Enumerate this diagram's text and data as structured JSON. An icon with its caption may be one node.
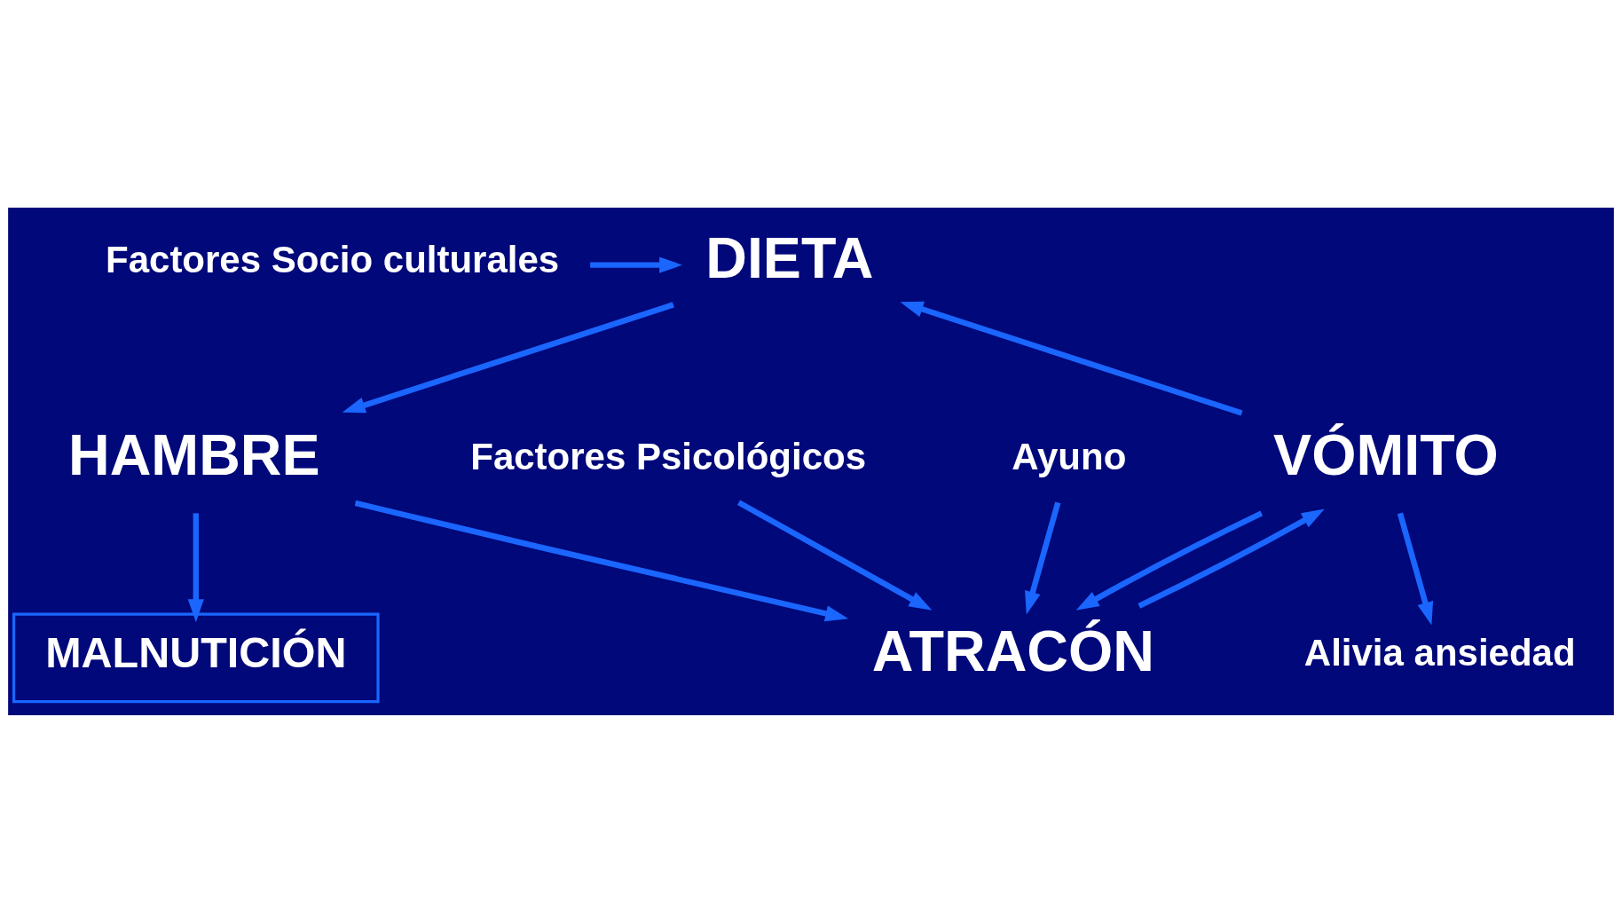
{
  "diagram": {
    "nodes": [
      {
        "text": [
          "DIETA"
        ]
      },
      {
        "text": [
          "HAMBRE"
        ]
      },
      {
        "text": [
          "ATRACÓN"
        ]
      },
      {
        "text": [
          "VÓMITO"
        ]
      },
      {
        "text": [
          "Factores Socio culturales"
        ]
      },
      {
        "text": [
          "Factores Psicológicos"
        ]
      },
      {
        "text": [
          "Alivia ansiedad"
        ]
      },
      {
        "text": [
          "MALNUTICIÓN"
        ]
      },
      {
        "text": [
          "Ayuno"
        ]
      }
    ],
    "edges": [
      {
        "from": 0,
        "to": 1,
        "arrow": "to"
      },
      {
        "from": 1,
        "to": 2,
        "arrow": "to"
      },
      {
        "from": 2,
        "to": 3,
        "arrow": "to"
      },
      {
        "from": 3,
        "to": 2,
        "arrow": "to"
      },
      {
        "from": 3,
        "to": 0,
        "arrow": "to"
      },
      {
        "from": 3,
        "to": 6,
        "arrow": "to"
      },
      {
        "from": 4,
        "to": 0,
        "arrow": "to"
      },
      {
        "from": 5,
        "to": 2,
        "arrow": "to"
      },
      {
        "from": 1,
        "to": 7,
        "arrow": "to"
      },
      {
        "from": 8,
        "to": 2,
        "arrow": "to"
      }
    ]
  }
}
